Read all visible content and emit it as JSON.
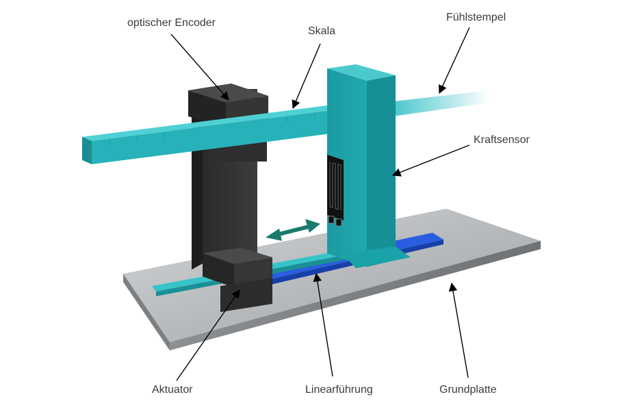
{
  "labels": {
    "encoder": "optischer Encoder",
    "scale": "Skala",
    "probe": "Fühlstempel",
    "force_sensor": "Kraftsensor",
    "actuator": "Aktuator",
    "linear_guide": "Linearführung",
    "base_plate": "Grundplatte"
  },
  "colors": {
    "teal": "#1aa6ad",
    "teal_light": "#37c4c9",
    "dark_block": "#2b2b2b",
    "base_plate": "#b9bbbd",
    "guide_blue": "#1f4fd6",
    "arrow": "#1a7a6e"
  }
}
